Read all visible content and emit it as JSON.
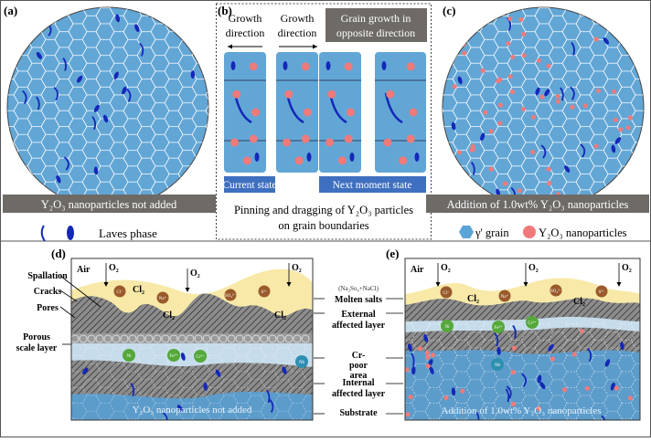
{
  "panel_a": {
    "label": "(a)",
    "caption": "Y₂O₃ nanoparticles not added",
    "legend": "Laves phase"
  },
  "panel_b": {
    "label": "(b)",
    "growth_left": [
      "Growth",
      "direction"
    ],
    "growth_right": [
      "Growth",
      "direction"
    ],
    "opposite": [
      "Grain growth in",
      "opposite direction"
    ],
    "current_state": "Current state",
    "next_state": "Next moment state",
    "caption": [
      "Pinning and dragging of Y₂O₃ particles",
      "on grain boundaries"
    ]
  },
  "panel_c": {
    "label": "(c)",
    "caption": "Addition of 1.0wt% Y₂O₃ nanoparticles",
    "legend_grain": "γ' grain",
    "legend_particles": "Y₂O₃ nanoparticles"
  },
  "panel_d": {
    "label": "(d)",
    "air": "Air",
    "o2": "O₂",
    "cl2": "Cl₂",
    "side_labels": {
      "spallation": "Spallation",
      "cracks": "Cracks",
      "pores": "Pores",
      "porous": [
        "Porous",
        "scale layer"
      ]
    },
    "ions": [
      "Cl⁻",
      "Na⁺",
      "SO₄²⁻",
      "S²⁻"
    ],
    "metals": [
      "Ni",
      "Fe³⁺",
      "Cr³⁺",
      "Nb"
    ],
    "substrate_text": "Y₂O₃ nanoparticles not added"
  },
  "middle_labels": {
    "salt_formula": "(Na₂So₄+NaCl)",
    "molten_salts": "Molten salts",
    "external": [
      "External",
      "affected layer"
    ],
    "cr_poor": [
      "Cr-",
      "poor",
      "area"
    ],
    "internal": [
      "Internal",
      "affected layer"
    ],
    "substrate": "Substrate"
  },
  "panel_e": {
    "label": "(e)",
    "air": "Air",
    "o2": "O₂",
    "cl2": "Cl₂",
    "ions": [
      "Cl⁻",
      "Na⁺",
      "SO₄²⁻",
      "S²⁻"
    ],
    "metals": [
      "Ni",
      "Fe³⁺",
      "Cr³⁺",
      "Nb"
    ],
    "substrate_text": "Addition of 1.0wt% Y₂O₃ nanoparticles"
  },
  "colors": {
    "grain": "#62a6d6",
    "laves": "#1428b8",
    "y2o3": "#ef7a7a",
    "salt": "#f8e9a8",
    "caption_bg": "#6e6a66",
    "state_bg": "#3f6fbf",
    "ion": "#9a5a2c",
    "metal": "#55a83a",
    "nb": "#2f8fb0",
    "cr_poor": "#c6dceb",
    "substrate": "#5c9ccb"
  }
}
